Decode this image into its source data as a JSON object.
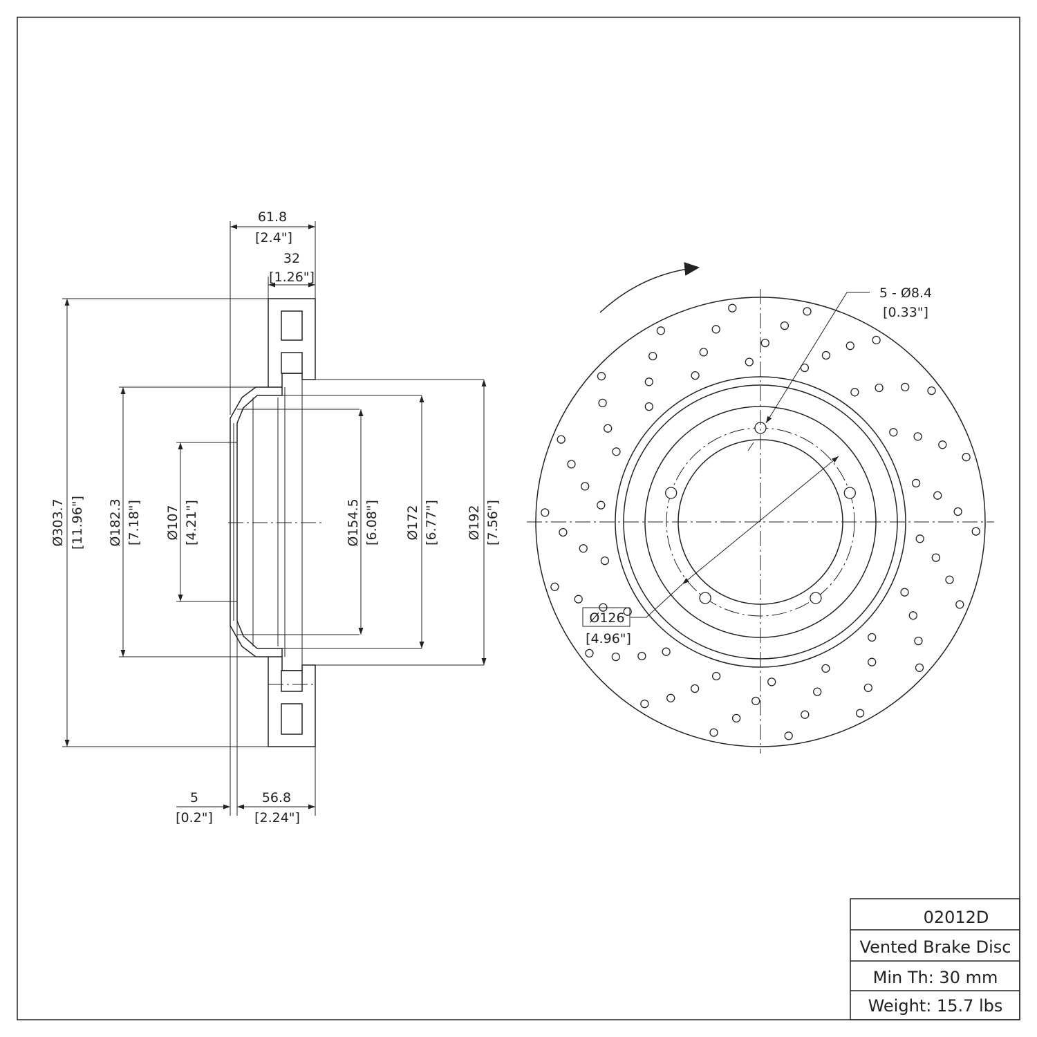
{
  "part_number": "02012D",
  "title_block": {
    "part_number": "02012D",
    "description": "Vented Brake Disc",
    "min_thickness": "Min Th: 30 mm",
    "weight": "Weight: 15.7 lbs"
  },
  "dimensions": {
    "overall_height": {
      "mm": "61.8",
      "in": "[2.4\"]"
    },
    "disc_thickness": {
      "mm": "32",
      "in": "[1.26\"]"
    },
    "outer_diameter": {
      "mm": "Ø303.7",
      "in": "[11.96\"]"
    },
    "hat_diameter": {
      "mm": "Ø182.3",
      "in": "[7.18\"]"
    },
    "center_bore": {
      "mm": "Ø107",
      "in": "[4.21\"]"
    },
    "inner_diameter_a": {
      "mm": "Ø154.5",
      "in": "[6.08\"]"
    },
    "inner_diameter_b": {
      "mm": "Ø172",
      "in": "[6.77\"]"
    },
    "inner_diameter_c": {
      "mm": "Ø192",
      "in": "[7.56\"]"
    },
    "hat_offset": {
      "mm": "5",
      "in": "[0.2\"]"
    },
    "hat_depth": {
      "mm": "56.8",
      "in": "[2.24\"]"
    },
    "bolt_holes": {
      "mm": "5 - Ø8.4",
      "in": "[0.33\"]"
    },
    "bolt_circle": {
      "mm": "Ø126",
      "in": "[4.96\"]"
    }
  }
}
